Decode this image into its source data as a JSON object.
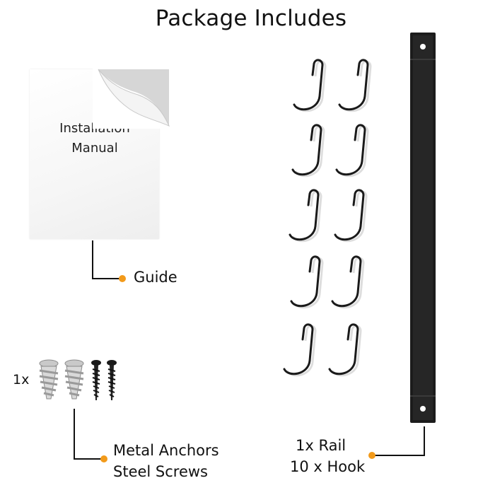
{
  "header": {
    "title": "Package Includes"
  },
  "manual": {
    "text": "Installation\nManual"
  },
  "guide": {
    "label": "Guide"
  },
  "anchors": {
    "quantity": "1x",
    "line1": "Metal Anchors",
    "line2": "Steel Screws"
  },
  "rail": {
    "line1": "1x Rail",
    "line2": "10 x Hook"
  },
  "colors": {
    "callout_dot": "#f29a1a",
    "leader_line": "#111111",
    "rail": "#1c1c1c",
    "hook": "#1a1a1a"
  },
  "icons": [
    "installation-manual-icon",
    "metal-anchor-icon",
    "steel-screw-icon",
    "rail-icon",
    "s-hook-icon"
  ]
}
